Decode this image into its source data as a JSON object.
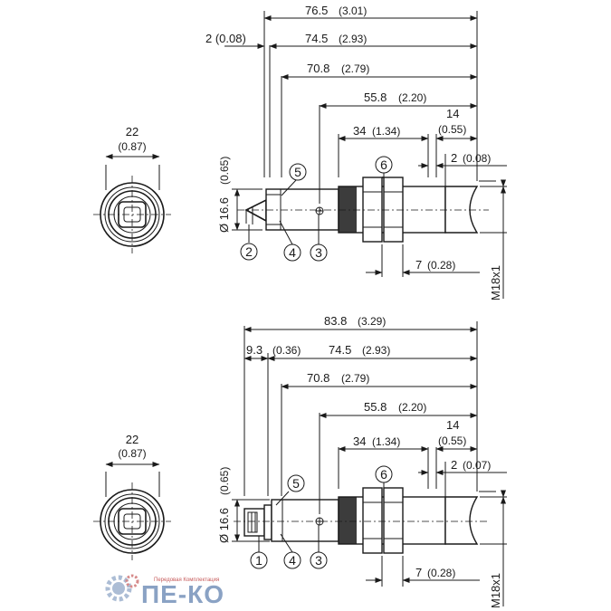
{
  "top_drawing": {
    "front_width": "22",
    "front_width_in": "(0.87)",
    "d_total": "76.5",
    "d_total_in": "(3.01)",
    "d_cable": "2 (0.08)",
    "d_body": "74.5",
    "d_body_in": "(2.93)",
    "d_708": "70.8",
    "d_708_in": "(2.79)",
    "d_558": "55.8",
    "d_558_in": "(2.20)",
    "d_34": "34",
    "d_34_in": "(1.34)",
    "d_14": "14",
    "d_14_in": "(0.55)",
    "d_2": "2",
    "d_2_in": "(0.08)",
    "d_7": "7",
    "d_7_in": "(0.28)",
    "diam": "Ø 16.6",
    "diam_in": "(0.65)",
    "thread": "M18x1",
    "c2": "2",
    "c3": "3",
    "c4": "4",
    "c5": "5",
    "c6": "6"
  },
  "bottom_drawing": {
    "front_width": "22",
    "front_width_in": "(0.87)",
    "d_total": "83.8",
    "d_total_in": "(3.29)",
    "d_93": "9.3",
    "d_93_in": "(0.36)",
    "d_body": "74.5",
    "d_body_in": "(2.93)",
    "d_708": "70.8",
    "d_708_in": "(2.79)",
    "d_558": "55.8",
    "d_558_in": "(2.20)",
    "d_34": "34",
    "d_34_in": "(1.34)",
    "d_14": "14",
    "d_14_in": "(0.55)",
    "d_2": "2",
    "d_2_in": "(0.07)",
    "d_7": "7",
    "d_7_in": "(0.28)",
    "diam": "Ø 16.6",
    "diam_in": "(0.65)",
    "thread": "M18x1",
    "c1": "1",
    "c3": "3",
    "c4": "4",
    "c5": "5",
    "c6": "6"
  },
  "watermark": {
    "brand": "ПЕ-КО",
    "tagline": "Передовая Комплектация"
  }
}
